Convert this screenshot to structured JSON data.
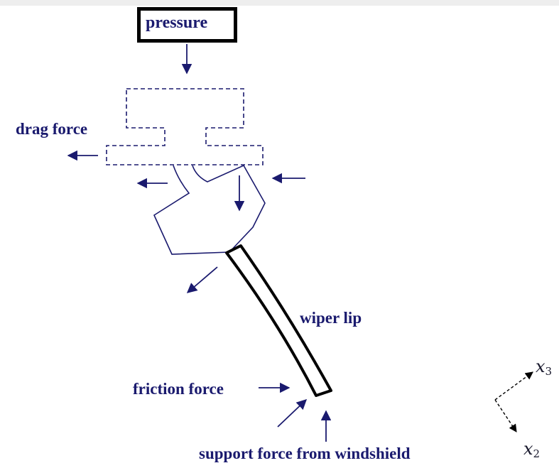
{
  "labels": {
    "pressure": "pressure",
    "drag_force": "drag force",
    "wiper_lip": "wiper lip",
    "friction_force": "friction force",
    "support_force": "support force from windshield"
  },
  "axes": {
    "x3": {
      "symbol": "x",
      "subscript": "3"
    },
    "x2": {
      "symbol": "x",
      "subscript": "2"
    }
  },
  "colors": {
    "arrow": "#1a1a6e",
    "outline": "#1a1a6e",
    "lip": "#000000",
    "box_border": "#000000"
  }
}
